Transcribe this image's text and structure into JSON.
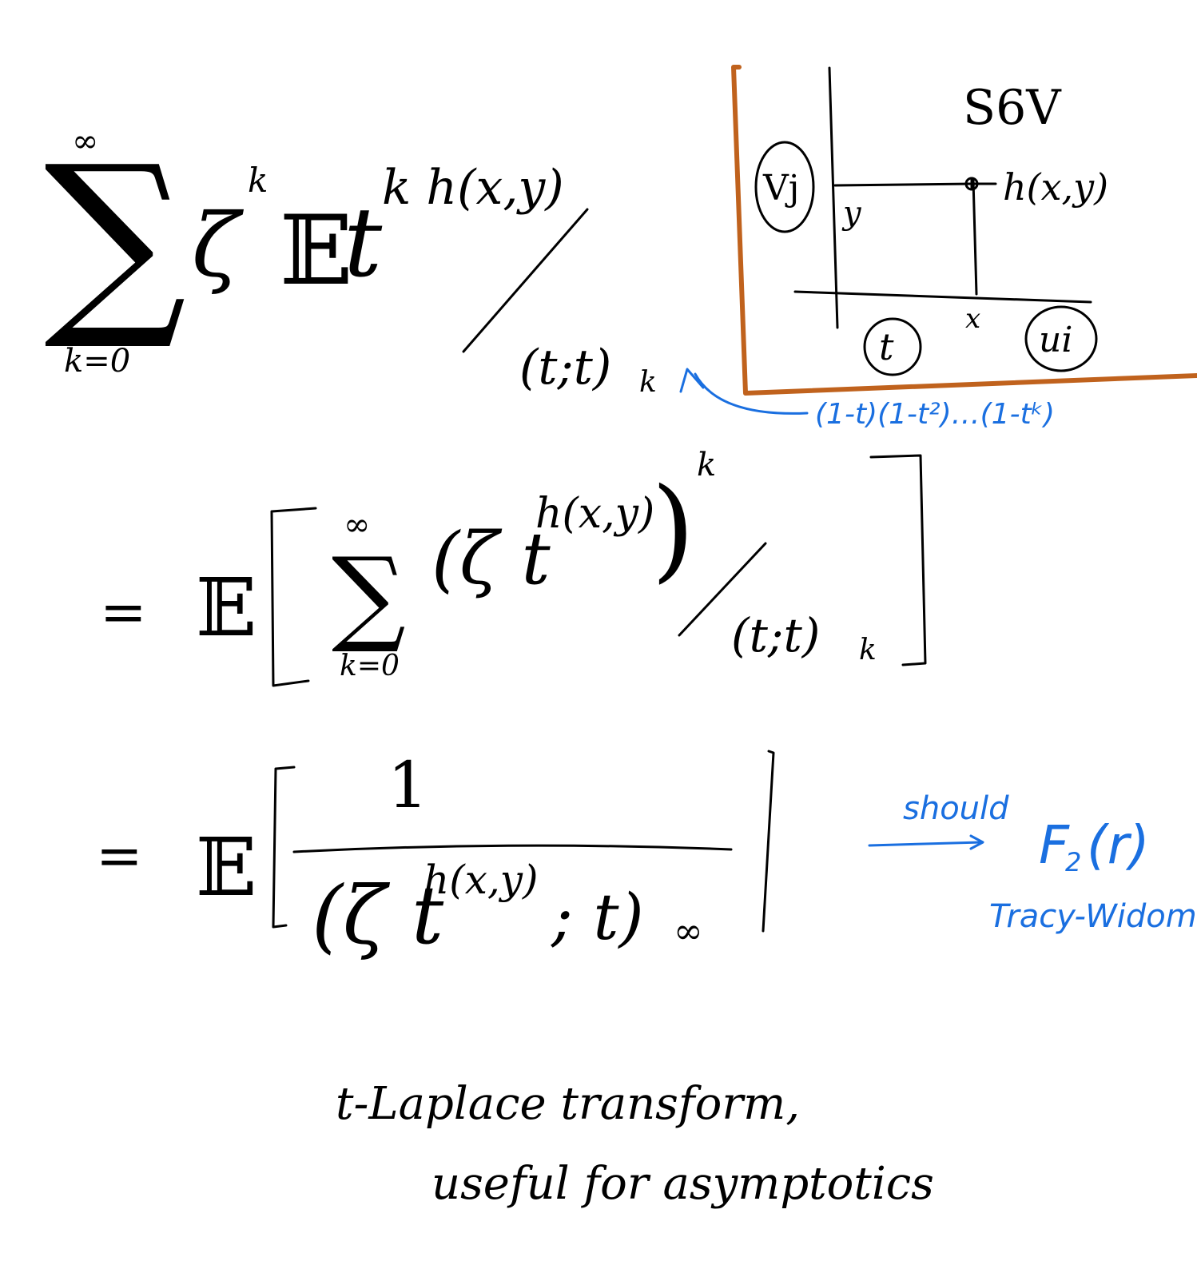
{
  "eq1": {
    "sum_upper": "∞",
    "sum_symbol": "∑",
    "sum_lower": "k=0",
    "zeta": "ζ",
    "zeta_power": "k",
    "expect": "𝔼",
    "t": "t",
    "t_exponent": "k h(x,y)",
    "denominator": "(t;t)",
    "denominator_sub": "k"
  },
  "note_expansion": "(1-t)(1-t²)…(1-tᵏ)",
  "s6v": {
    "title": "S6V",
    "height_label": "h(x,y)",
    "y_label": "y",
    "x_label": "x",
    "v_label": "Vj",
    "t_label": "t",
    "u_label": "ui",
    "colors": {
      "frame": "#c0621d",
      "note": "#1a6fe0"
    }
  },
  "eq2": {
    "equals": "=",
    "expect": "𝔼",
    "sum_upper": "∞",
    "sum_symbol": "∑",
    "sum_lower": "k=0",
    "inner": "(ζ t",
    "inner_exp": "h(x,y)",
    "close_paren": ")",
    "outer_power": "k",
    "denominator": "(t;t)",
    "denominator_sub": "k"
  },
  "eq3": {
    "equals": "=",
    "expect": "𝔼",
    "numerator": "1",
    "denom_left": "(ζ t",
    "denom_exp": "h(x,y)",
    "denom_right": "; t)",
    "denom_sub": "∞"
  },
  "side_note": {
    "should": "should",
    "f2": "F",
    "f2_sub": "2",
    "f2_arg": "(r)",
    "tracy": "Tracy-Widom"
  },
  "caption": {
    "line1": "t-Laplace transform,",
    "line2": "useful for asymptotics"
  }
}
